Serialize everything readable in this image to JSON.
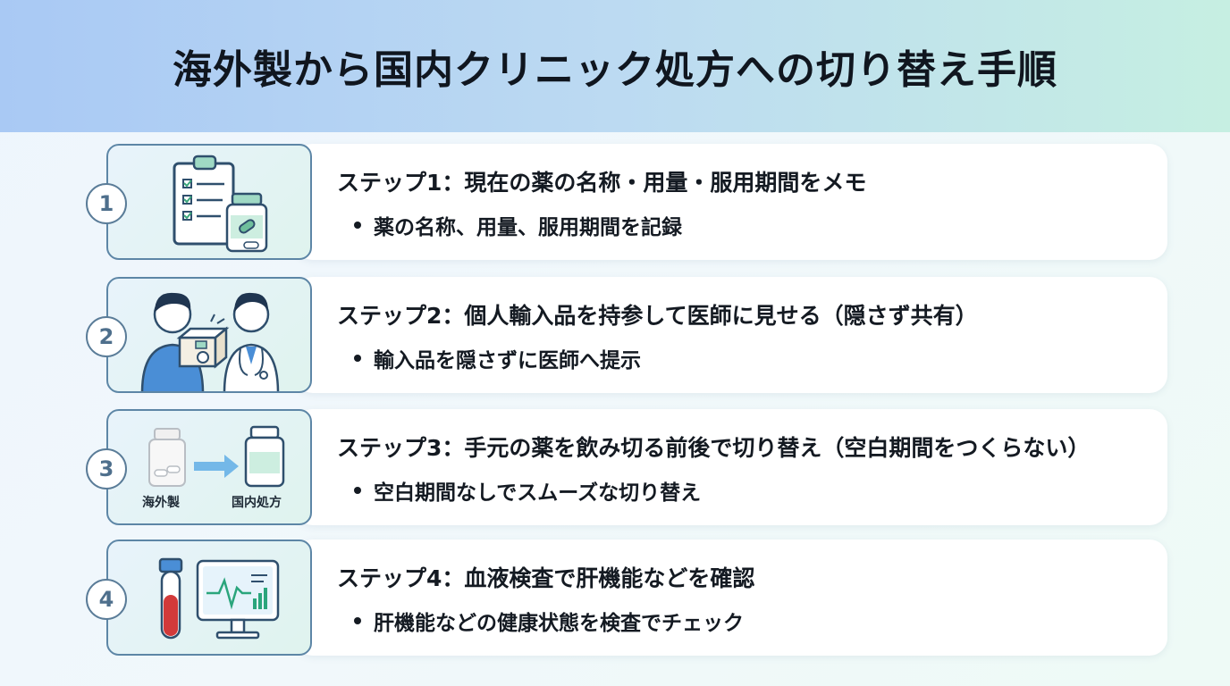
{
  "title": "海外製から国内クリニック処方への切り替え手順",
  "steps": [
    {
      "number": "1",
      "title": "ステップ1：現在の薬の名称・用量・服用期間をメモ",
      "bullet": "薬の名称、用量、服用期間を記録",
      "icon": "clipboard-medicine-bottle-icon"
    },
    {
      "number": "2",
      "title": "ステップ2：個人輸入品を持参して医師に見せる（隠さず共有）",
      "bullet": "輸入品を隠さずに医師へ提示",
      "icon": "patient-handing-box-to-doctor-icon"
    },
    {
      "number": "3",
      "title": "ステップ3：手元の薬を飲み切る前後で切り替え（空白期間をつくらない）",
      "bullet": "空白期間なしでスムーズな切り替え",
      "icon": "bottle-switch-arrow-icon",
      "labels": {
        "from": "海外製",
        "to": "国内処方"
      }
    },
    {
      "number": "4",
      "title": "ステップ4：血液検査で肝機能などを確認",
      "bullet": "肝機能などの健康状態を検査でチェック",
      "icon": "blood-tube-monitor-icon"
    }
  ],
  "colors": {
    "accent_blue": "#5d86a6",
    "accent_green": "#7cc4a4",
    "blood_red": "#d23a3a"
  }
}
